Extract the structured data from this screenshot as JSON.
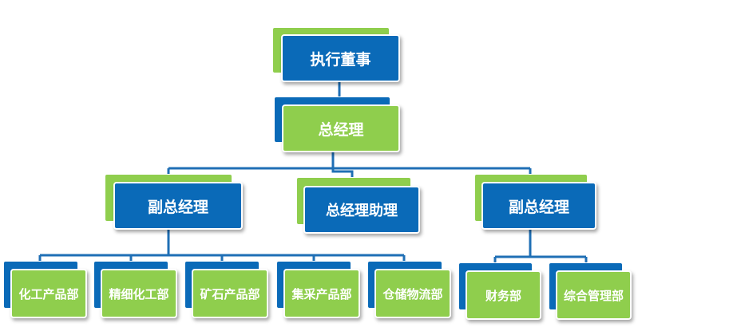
{
  "colors": {
    "blue": "#0a6ab8",
    "green": "#8fce4d",
    "connector": "#1f6fb5"
  },
  "org": {
    "ceo": {
      "label": "执行董事",
      "front": "blue",
      "back": "green"
    },
    "gm": {
      "label": "总经理",
      "front": "green",
      "back": "blue"
    },
    "vp_left": {
      "label": "副总经理",
      "front": "blue",
      "back": "green"
    },
    "assistant": {
      "label": "总经理助理",
      "front": "blue",
      "back": "green"
    },
    "vp_right": {
      "label": "副总经理",
      "front": "blue",
      "back": "green"
    },
    "dept_chem": {
      "label": "化工产品部",
      "front": "green",
      "back": "blue"
    },
    "dept_fine": {
      "label": "精细化工部",
      "front": "green",
      "back": "blue"
    },
    "dept_ore": {
      "label": "矿石产品部",
      "front": "green",
      "back": "blue"
    },
    "dept_purchase": {
      "label": "集采产品部",
      "front": "green",
      "back": "blue"
    },
    "dept_logistics": {
      "label": "仓储物流部",
      "front": "green",
      "back": "blue"
    },
    "dept_finance": {
      "label": "财务部",
      "front": "green",
      "back": "blue"
    },
    "dept_admin": {
      "label": "综合管理部",
      "front": "green",
      "back": "blue"
    }
  }
}
